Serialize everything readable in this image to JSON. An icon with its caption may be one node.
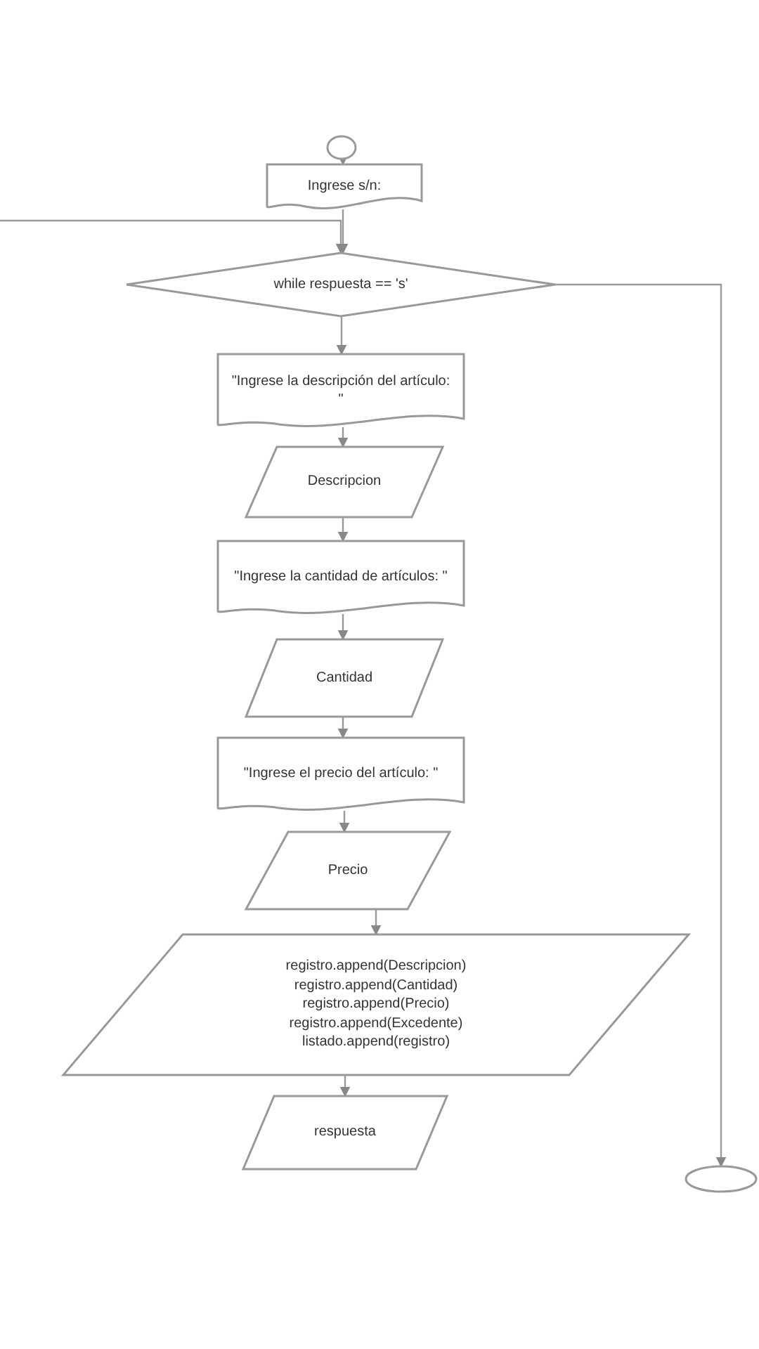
{
  "diagram": {
    "nodes": [
      {
        "text": [],
        "shape": "circle"
      },
      {
        "text": [
          "Ingrese s/n: "
        ]
      },
      {
        "text": [
          "while respuesta == 's'"
        ]
      },
      {
        "text": [
          "\"Ingrese la descripción del artículo: \""
        ]
      },
      {
        "text": [
          "Descripcion"
        ]
      },
      {
        "text": [
          "\"Ingrese la cantidad de artículos: \""
        ]
      },
      {
        "text": [
          "Cantidad"
        ]
      },
      {
        "text": [
          "\"Ingrese el precio del artículo: \""
        ]
      },
      {
        "text": [
          "Precio"
        ]
      },
      {
        "text": [
          "registro.append(Descripcion) registro.append(Cantidad) registro.append(Precio) registro.append(Excedente) listado.append(registro)"
        ]
      },
      {
        "text": [
          "respuesta"
        ]
      },
      {
        "text": [],
        "shape": "circle"
      }
    ],
    "edges": [
      {
        "from": 0,
        "to": 1,
        "arrow": "to"
      },
      {
        "from": 1,
        "to": 2,
        "arrow": "to"
      },
      {
        "from": null,
        "to": 2,
        "arrow": "to"
      },
      {
        "from": 2,
        "to": 3,
        "arrow": "to"
      },
      {
        "from": 3,
        "to": 4,
        "arrow": "to"
      },
      {
        "from": 4,
        "to": 5,
        "arrow": "to"
      },
      {
        "from": 5,
        "to": 6,
        "arrow": "to"
      },
      {
        "from": 6,
        "to": 7,
        "arrow": "to"
      },
      {
        "from": 7,
        "to": 8,
        "arrow": "to"
      },
      {
        "from": 8,
        "to": 9,
        "arrow": "to"
      },
      {
        "from": 9,
        "to": 10,
        "arrow": "to"
      },
      {
        "from": 2,
        "to": 11,
        "arrow": "to"
      }
    ]
  }
}
